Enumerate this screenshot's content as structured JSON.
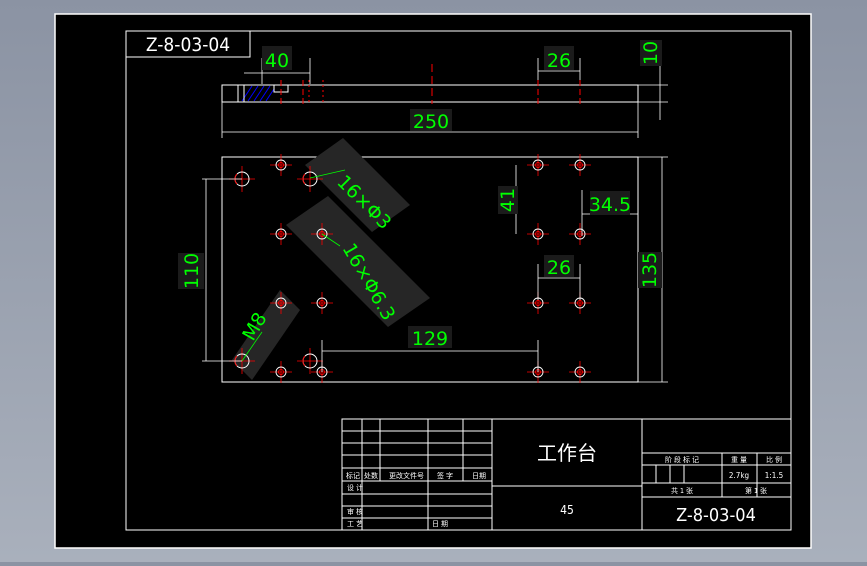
{
  "drawing": {
    "code": "Z-8-03-04",
    "part_name": "工作台",
    "material": "45",
    "weight": "2.7kg",
    "scale": "1:1.5",
    "sheets_total": "共 1 张",
    "sheet_number": "第 1 张"
  },
  "title_block": {
    "headers": [
      "标记",
      "处数",
      "更改文件号",
      "签 字",
      "日期"
    ],
    "design_label": "设 计",
    "review_label": "审 核",
    "process_label": "工 艺",
    "date_label": "日 期",
    "stage_label": "阶 段 标 记",
    "weight_label": "重 量",
    "scale_label": "比 例"
  },
  "dimensions": {
    "top_40": "40",
    "top_26": "26",
    "thickness_10": "10",
    "length_250": "250",
    "height_110": "110",
    "height_135": "135",
    "holes_41": "41",
    "offset_34_5": "34.5",
    "spacing_26": "26",
    "span_129": "129",
    "callout_16x3": "16×Φ3",
    "callout_16x6_3": "16×Φ6.3",
    "callout_m8": "M8"
  },
  "colors": {
    "background": "#000000",
    "lines": "#ffffff",
    "dimension_text": "#00ff00",
    "center_lines": "#ff0000",
    "hole_circles": "#ff0000",
    "section_hatch": "#0000ff"
  }
}
